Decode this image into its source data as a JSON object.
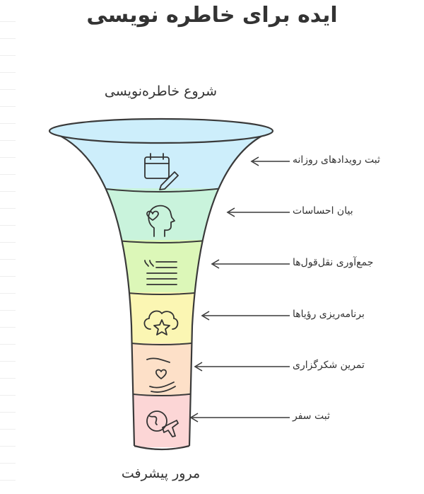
{
  "title": "ایده برای خاطره نویسی",
  "funnel": {
    "top_label": "شروع خاطره‌نویسی",
    "bottom_label": "مرور پیشرفت",
    "stages": [
      {
        "label": "ثبت رویدادهای روزانه",
        "icon": "calendar-pen-icon",
        "color": "#cdeefb"
      },
      {
        "label": "بیان احساسات",
        "icon": "head-heart-icon",
        "color": "#c9f3dc"
      },
      {
        "label": "جمع‌آوری نقل‌قول‌ها",
        "icon": "quote-lines-icon",
        "color": "#dcf7b8"
      },
      {
        "label": "برنامه‌ریزی رؤیاها",
        "icon": "cloud-star-icon",
        "color": "#fbf6b3"
      },
      {
        "label": "تمرین شکرگزاری",
        "icon": "hands-heart-icon",
        "color": "#fde0c8"
      },
      {
        "label": "ثبت سفر",
        "icon": "globe-plane-icon",
        "color": "#fcd6d6"
      }
    ]
  }
}
